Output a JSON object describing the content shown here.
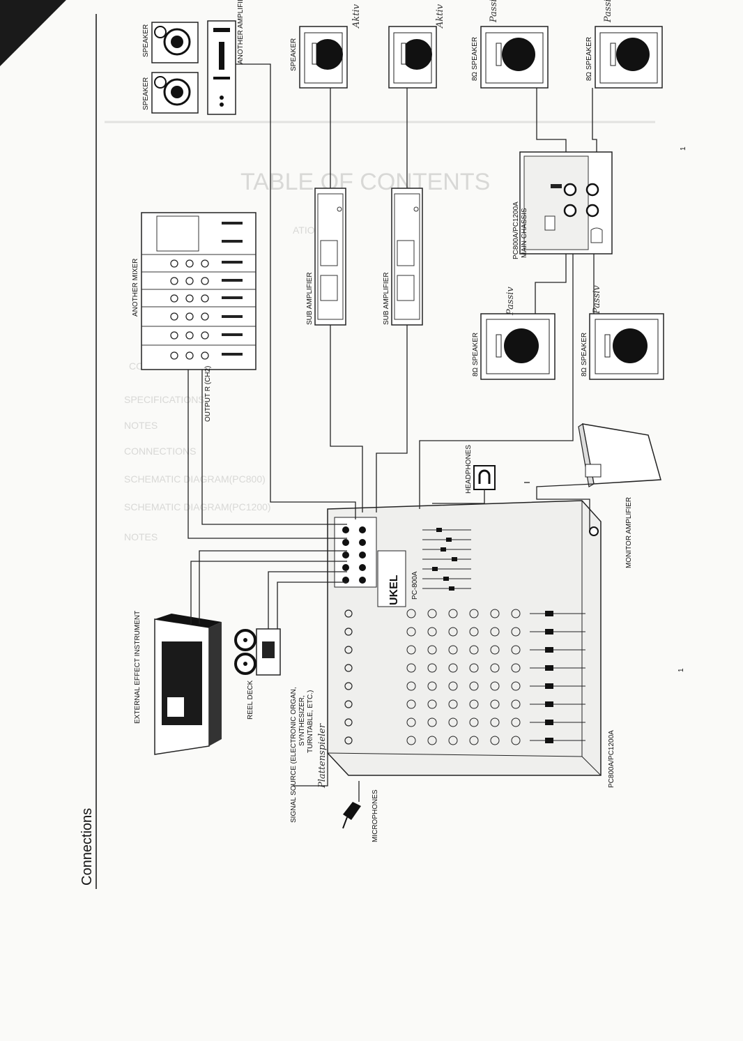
{
  "page": {
    "title": "Connections",
    "page_marks": [
      "1",
      "1"
    ]
  },
  "ghost_toc": {
    "heading": "TABLE OF CONTENTS",
    "entries": [
      "ATIONS",
      "CONNECTIONS",
      "SPECIFICATIONS",
      "NOTES",
      "CONNECTIONS",
      "SCHEMATIC DIAGRAM(PC800)",
      "SCHEMATIC DIAGRAM(PC1200)",
      "NOTES"
    ]
  },
  "labels": {
    "speaker": "SPEAKER",
    "another_amplifier": "ANOTHER AMPLIFIER",
    "eight_ohm_speaker": "8Ω SPEAKER",
    "another_mixer": "ANOTHER MIXER",
    "output_r": "OUTPUT R (CH2)",
    "sub_amplifier": "SUB AMPLIFIER",
    "main_chassis_line1": "PC800A/PC1200A",
    "main_chassis_line2": "MAIN CHASSIS",
    "external_effect": "EXTERNAL EFFECT INSTRUMENT",
    "reel_deck": "REEL DECK",
    "signal_source_line1": "SIGNAL SOURCE (ELECTRONIC ORGAN,",
    "signal_source_line2": "SYNTHESIZER,",
    "signal_source_line3": "TURNTABLE, ETC.)",
    "microphones": "MICROPHONES",
    "headphones": "HEADPHONES",
    "monitor_amplifier": "MONITOR AMPLIFIER",
    "console_model": "PC800A/PC1200A",
    "console_badge": "PC-800A",
    "brand": "UKEL"
  },
  "handwriting": {
    "aktiv_1": "Aktiv",
    "aktiv_2": "Aktiv",
    "passiv_1": "Passiv",
    "passiv_2": "Passiv",
    "passiv_3": "Passiv",
    "passiv_4": "Passiv",
    "plattenspieler": "Plattenspieler"
  },
  "colors": {
    "ink": "#111111",
    "ghost": "#d8d8d6",
    "paper": "#fafaf8"
  }
}
